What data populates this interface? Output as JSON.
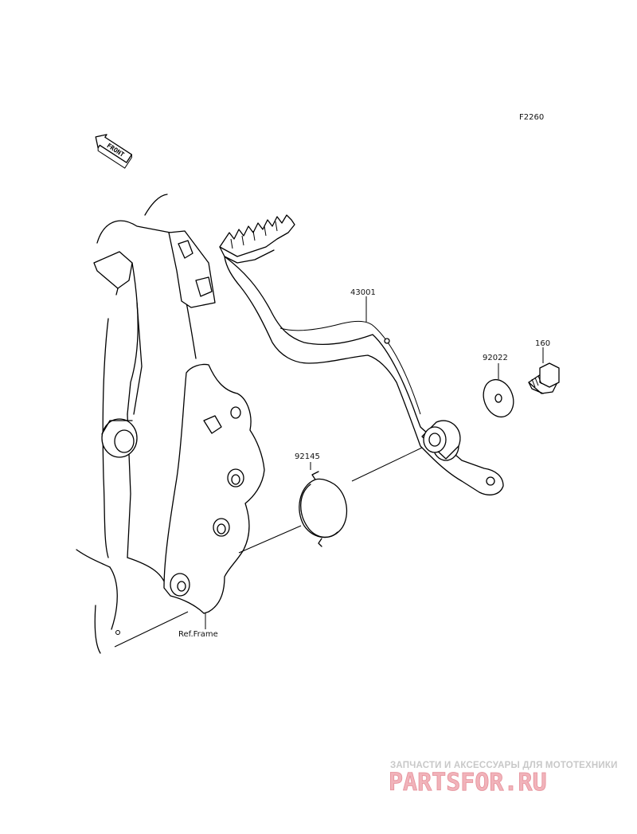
{
  "figure_code": "F2260",
  "front_label": "FRONT",
  "parts": {
    "pedal": "43001",
    "washer": "92022",
    "bolt": "160",
    "spring": "92145",
    "frame_ref": "Ref.Frame"
  },
  "watermark": {
    "tagline": "ЗАПЧАСТИ И АКСЕССУАРЫ ДЛЯ МОТОТЕХНИКИ",
    "logo": "PARTSFOR.RU"
  }
}
